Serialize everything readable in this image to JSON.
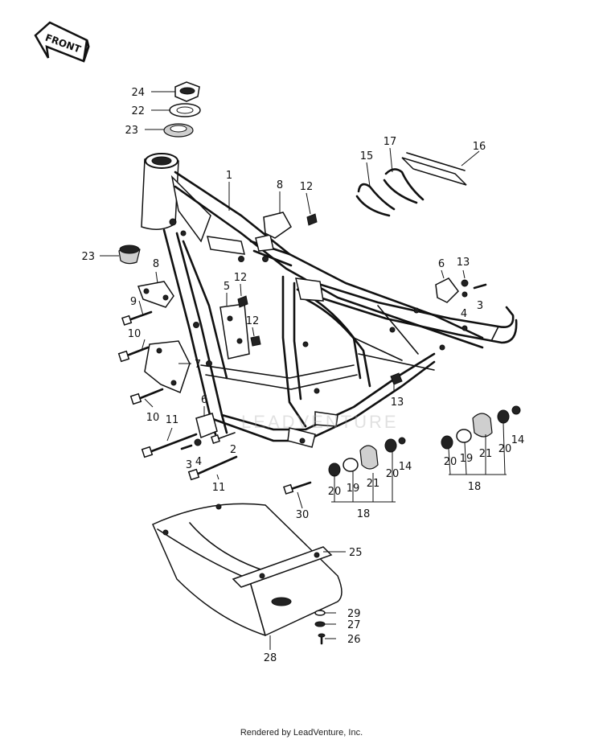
{
  "front_label": "FRONT",
  "watermark": "LEADVENTURE",
  "footer": "Rendered by LeadVenture, Inc.",
  "callouts": {
    "c1": "1",
    "c2": "2",
    "c3a": "3",
    "c3b": "3",
    "c4a": "4",
    "c4b": "4",
    "c5": "5",
    "c6a": "6",
    "c6b": "6",
    "c7": "7",
    "c8a": "8",
    "c8b": "8",
    "c9": "9",
    "c10a": "10",
    "c10b": "10",
    "c11a": "11",
    "c11b": "11",
    "c12a": "12",
    "c12b": "12",
    "c12c": "12",
    "c13a": "13",
    "c13b": "13",
    "c14a": "14",
    "c14b": "14",
    "c15": "15",
    "c16": "16",
    "c17": "17",
    "c18a": "18",
    "c18b": "18",
    "c19a": "19",
    "c19b": "19",
    "c20a": "20",
    "c20b": "20",
    "c20c": "20",
    "c20d": "20",
    "c21a": "21",
    "c21b": "21",
    "c22": "22",
    "c23a": "23",
    "c23b": "23",
    "c24": "24",
    "c25": "25",
    "c26": "26",
    "c27": "27",
    "c28": "28",
    "c29": "29",
    "c30": "30"
  }
}
